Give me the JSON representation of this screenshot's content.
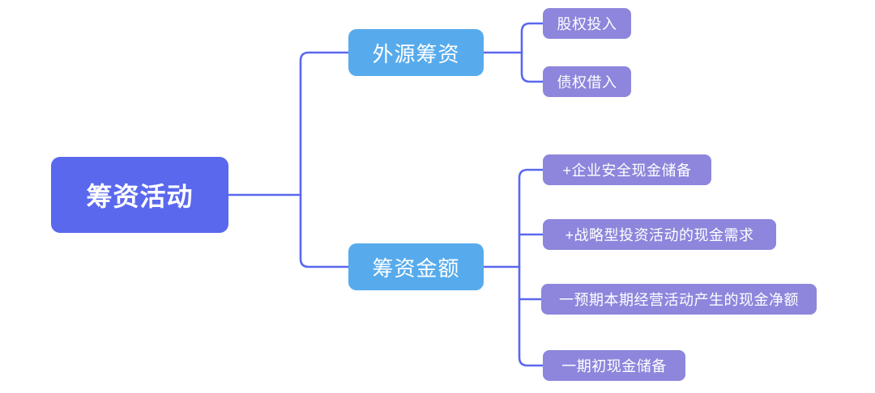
{
  "diagram": {
    "type": "mindmap",
    "root": {
      "label": "筹资活动"
    },
    "branches": [
      {
        "label": "外源筹资",
        "children": [
          {
            "label": "股权投入"
          },
          {
            "label": "债权借入"
          }
        ]
      },
      {
        "label": "筹资金额",
        "children": [
          {
            "label": "+企业安全现金储备"
          },
          {
            "label": "+战略型投资活动的现金需求"
          },
          {
            "label": "一预期本期经营活动产生的现金净额"
          },
          {
            "label": "一期初现金储备"
          }
        ]
      }
    ],
    "colors": {
      "root_bg": "#5a68ee",
      "branch_bg": "#57abec",
      "leaf_bg": "#8d86dc",
      "connector": "#5a68ee",
      "text": "#ffffff",
      "background": "#ffffff"
    }
  }
}
